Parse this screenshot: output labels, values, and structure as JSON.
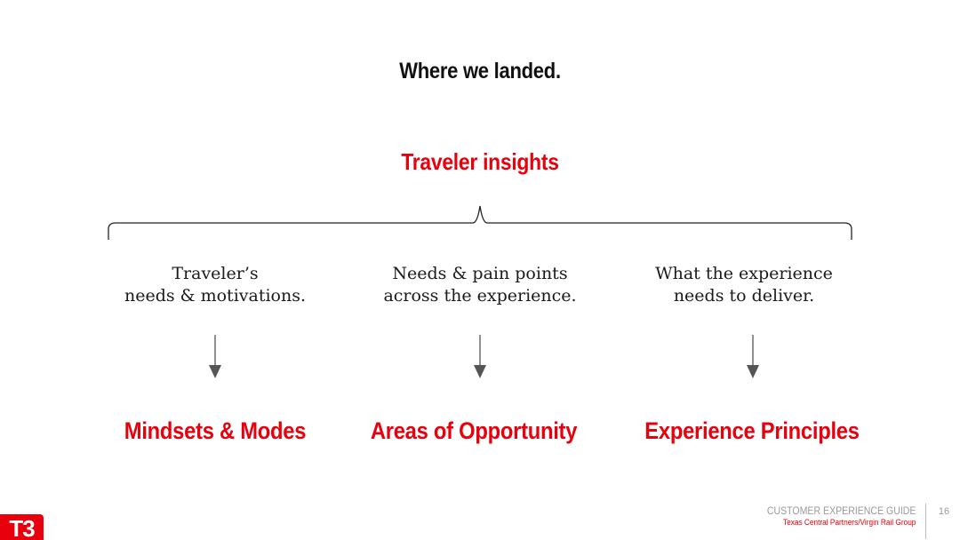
{
  "colors": {
    "accent": "#e8000d",
    "text": "#111111",
    "muted": "#9a9a9a",
    "line": "#222222",
    "arrow": "#555555"
  },
  "slide": {
    "title": "Where we landed.",
    "root_label": "Traveler insights"
  },
  "columns": [
    {
      "description_lines": [
        "Traveler’s",
        "needs & motivations."
      ],
      "outcome": "Mindsets & Modes"
    },
    {
      "description_lines": [
        "Needs & pain points",
        "across the experience."
      ],
      "outcome": "Areas of Opportunity"
    },
    {
      "description_lines": [
        "What the experience",
        "needs to deliver."
      ],
      "outcome": "Experience Principles"
    }
  ],
  "footer": {
    "title": "CUSTOMER EXPERIENCE GUIDE",
    "subtitle": "Texas Central Partners/Virgin Rail Group",
    "page_number": "16",
    "logo_text": "T3"
  }
}
